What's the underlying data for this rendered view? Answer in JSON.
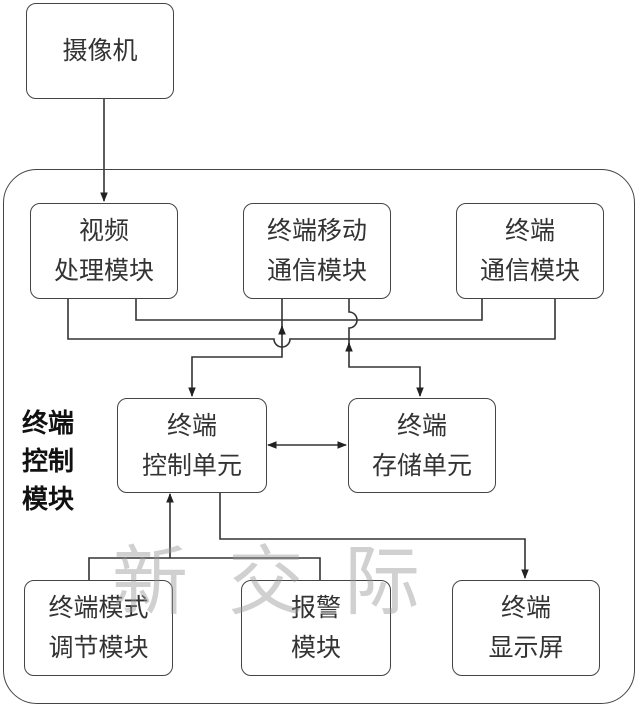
{
  "diagram": {
    "camera": {
      "label": "摄像机"
    },
    "container": {
      "label_lines": [
        "终端",
        "控制",
        "模块"
      ]
    },
    "video_module": {
      "lines": [
        "视频",
        "处理模块"
      ]
    },
    "mobile_comm_module": {
      "lines": [
        "终端移动",
        "通信模块"
      ]
    },
    "terminal_comm_module": {
      "lines": [
        "终端",
        "通信模块"
      ]
    },
    "control_unit": {
      "lines": [
        "终端",
        "控制单元"
      ]
    },
    "storage_unit": {
      "lines": [
        "终端",
        "存储单元"
      ]
    },
    "mode_adjust_module": {
      "lines": [
        "终端模式",
        "调节模块"
      ]
    },
    "alarm_module": {
      "lines": [
        "报警",
        "模块"
      ]
    },
    "display_screen": {
      "lines": [
        "终端",
        "显示屏"
      ]
    },
    "watermark": "新交际",
    "connections": [
      {
        "from": "camera",
        "to": "video_module",
        "directed": true
      },
      {
        "from": "mobile_comm_module",
        "to": "control_unit",
        "directed": true
      },
      {
        "from": "mobile_comm_module",
        "to": "storage_unit",
        "directed": true
      },
      {
        "from": "video_module",
        "to": "terminal_comm_module",
        "directed": false
      },
      {
        "from": "control_unit",
        "to": "storage_unit",
        "directed": true,
        "bidirectional": true
      },
      {
        "from": "mode_adjust_module",
        "to": "control_unit",
        "directed": true
      },
      {
        "from": "alarm_module",
        "to": "control_unit",
        "directed": true
      },
      {
        "from": "control_unit",
        "to": "display_screen",
        "directed": true
      }
    ]
  }
}
